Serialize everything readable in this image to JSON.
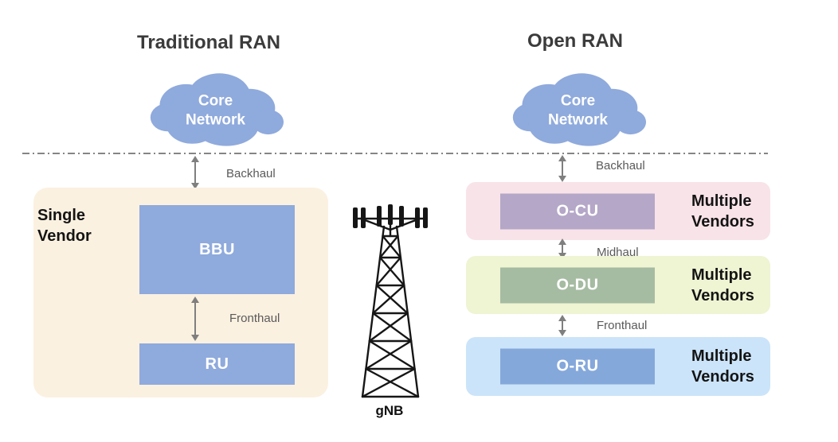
{
  "traditional": {
    "title": "Traditional RAN",
    "cloud_label": "Core Network",
    "backhaul_label": "Backhaul",
    "fronthaul_label": "Fronthaul",
    "vendor_label": "Single Vendor",
    "bbu_label": "BBU",
    "ru_label": "RU"
  },
  "tower": {
    "label": "gNB"
  },
  "open": {
    "title": "Open RAN",
    "cloud_label": "Core Network",
    "backhaul_label": "Backhaul",
    "midhaul_label": "Midhaul",
    "fronthaul_label": "Fronthaul",
    "layers": [
      {
        "name": "O-CU",
        "vendor_label": "Multiple Vendors"
      },
      {
        "name": "O-DU",
        "vendor_label": "Multiple Vendors"
      },
      {
        "name": "O-RU",
        "vendor_label": "Multiple Vendors"
      }
    ]
  },
  "colors": {
    "cloud_blue": "#8FAADC",
    "traditional_container": "#FBF1E1",
    "bbu_ru_box": "#8FAADC",
    "ocu_layer": "#F8E3E8",
    "ocu_box": "#B4A7C8",
    "odu_layer": "#EFF4D3",
    "odu_box": "#A6BCA2",
    "oru_layer": "#CBE4F9",
    "oru_box": "#85A8DB",
    "arrow": "#7F7F7F",
    "label_gray": "#5A5A5A"
  }
}
